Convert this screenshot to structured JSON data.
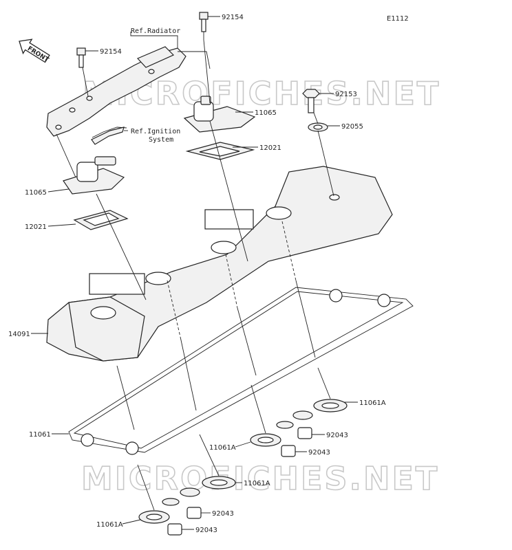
{
  "diagram_code": "E1112",
  "front_label": "FRONT",
  "watermark": "MICROFICHES.NET",
  "references": {
    "radiator": "Ref.Radiator",
    "ignition_line1": "Ref.Ignition",
    "ignition_line2": "System"
  },
  "parts": {
    "p92154_top": "92154",
    "p92154_left": "92154",
    "p92153": "92153",
    "p11065_right": "11065",
    "p92055": "92055",
    "p12021_right": "12021",
    "p11065_left": "11065",
    "p12021_left": "12021",
    "p14091": "14091",
    "p11061A_right": "11061A",
    "p11061": "11061",
    "p11061A_mid": "11061A",
    "p92043_a": "92043",
    "p92043_b": "92043",
    "p11061A_low": "11061A",
    "p11061A_bottom": "11061A",
    "p92043_c": "92043",
    "p92043_d": "92043"
  }
}
